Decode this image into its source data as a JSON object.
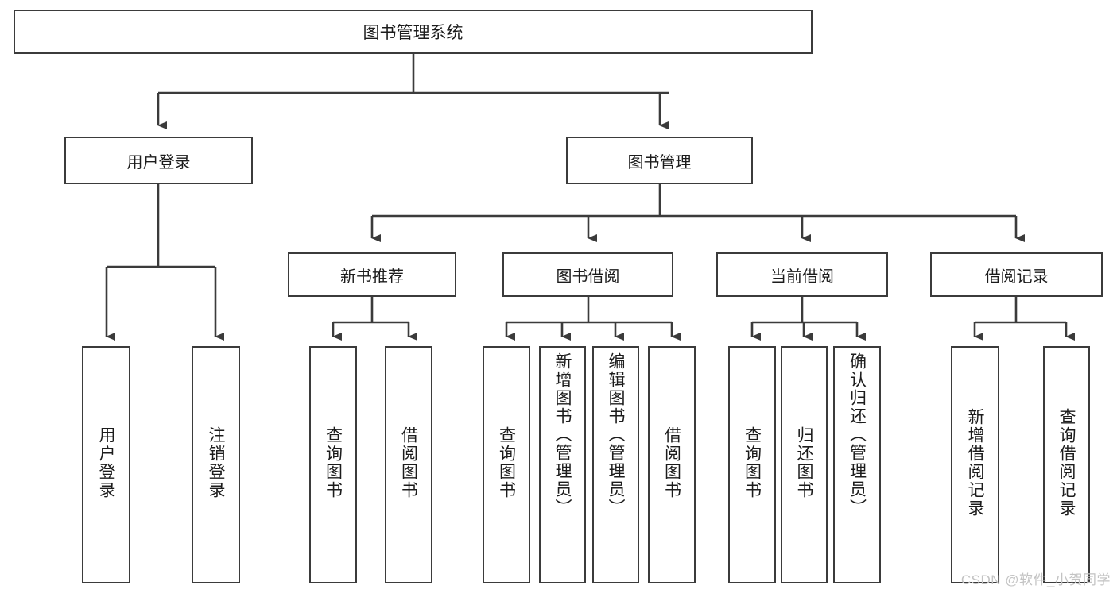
{
  "diagram": {
    "title": "图书管理系统",
    "type": "tree-hierarchy",
    "root": {
      "label": "图书管理系统"
    },
    "level2": [
      {
        "label": "用户登录"
      },
      {
        "label": "图书管理"
      }
    ],
    "level3": [
      {
        "label": "新书推荐"
      },
      {
        "label": "图书借阅"
      },
      {
        "label": "当前借阅"
      },
      {
        "label": "借阅记录"
      }
    ],
    "leaves": {
      "user_login": [
        {
          "label": "用户登录"
        },
        {
          "label": "注销登录"
        }
      ],
      "new_book_recommend": [
        {
          "label": "查询图书"
        },
        {
          "label": "借阅图书"
        }
      ],
      "book_borrow": [
        {
          "label": "查询图书"
        },
        {
          "label": "新增图书（管理员）"
        },
        {
          "label": "编辑图书（管理员）"
        },
        {
          "label": "借阅图书"
        }
      ],
      "current_borrow": [
        {
          "label": "查询图书"
        },
        {
          "label": "归还图书"
        },
        {
          "label": "确认归还（管理员）"
        }
      ],
      "borrow_record": [
        {
          "label": "新增借阅记录"
        },
        {
          "label": "查询借阅记录"
        }
      ]
    }
  },
  "watermark": {
    "text": "CSDN @软件_小贺同学"
  },
  "colors": {
    "stroke": "#3b3b3b",
    "background": "#ffffff",
    "text": "#1c1c1c",
    "watermark": "#c3c3c3"
  }
}
